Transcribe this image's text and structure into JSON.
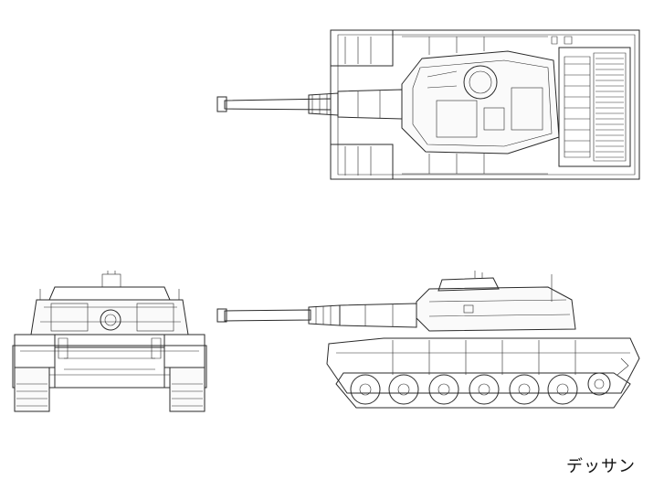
{
  "caption": "デッサン",
  "colors": {
    "line": "#2a2a2a",
    "background": "#ffffff"
  },
  "views": [
    {
      "name": "top-view"
    },
    {
      "name": "front-view"
    },
    {
      "name": "side-view"
    }
  ]
}
